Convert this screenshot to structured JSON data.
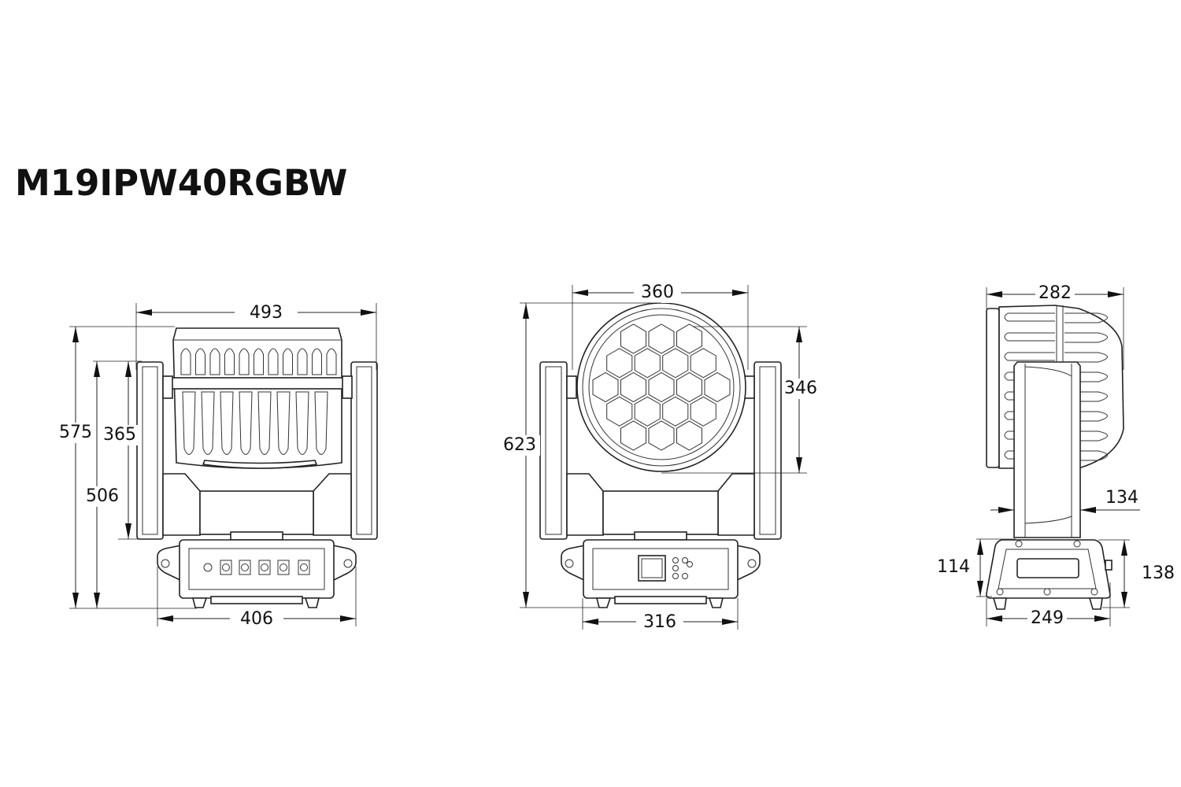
{
  "title": "M19IPW40RGBW",
  "front_view": {
    "width_overall": "493",
    "height_overall": "575",
    "arm_height": "365",
    "height_to_arm_top": "506",
    "base_width": "406",
    "connector_count": 6
  },
  "face_view": {
    "lens_diameter": "360",
    "height_tilted": "623",
    "lens_height": "346",
    "base_width": "316",
    "honeycomb_rows": [
      3,
      4,
      5,
      4,
      3
    ]
  },
  "side_view": {
    "head_depth": "282",
    "arm_width": "134",
    "base_inner_height": "114",
    "base_height": "138",
    "base_depth": "249"
  }
}
